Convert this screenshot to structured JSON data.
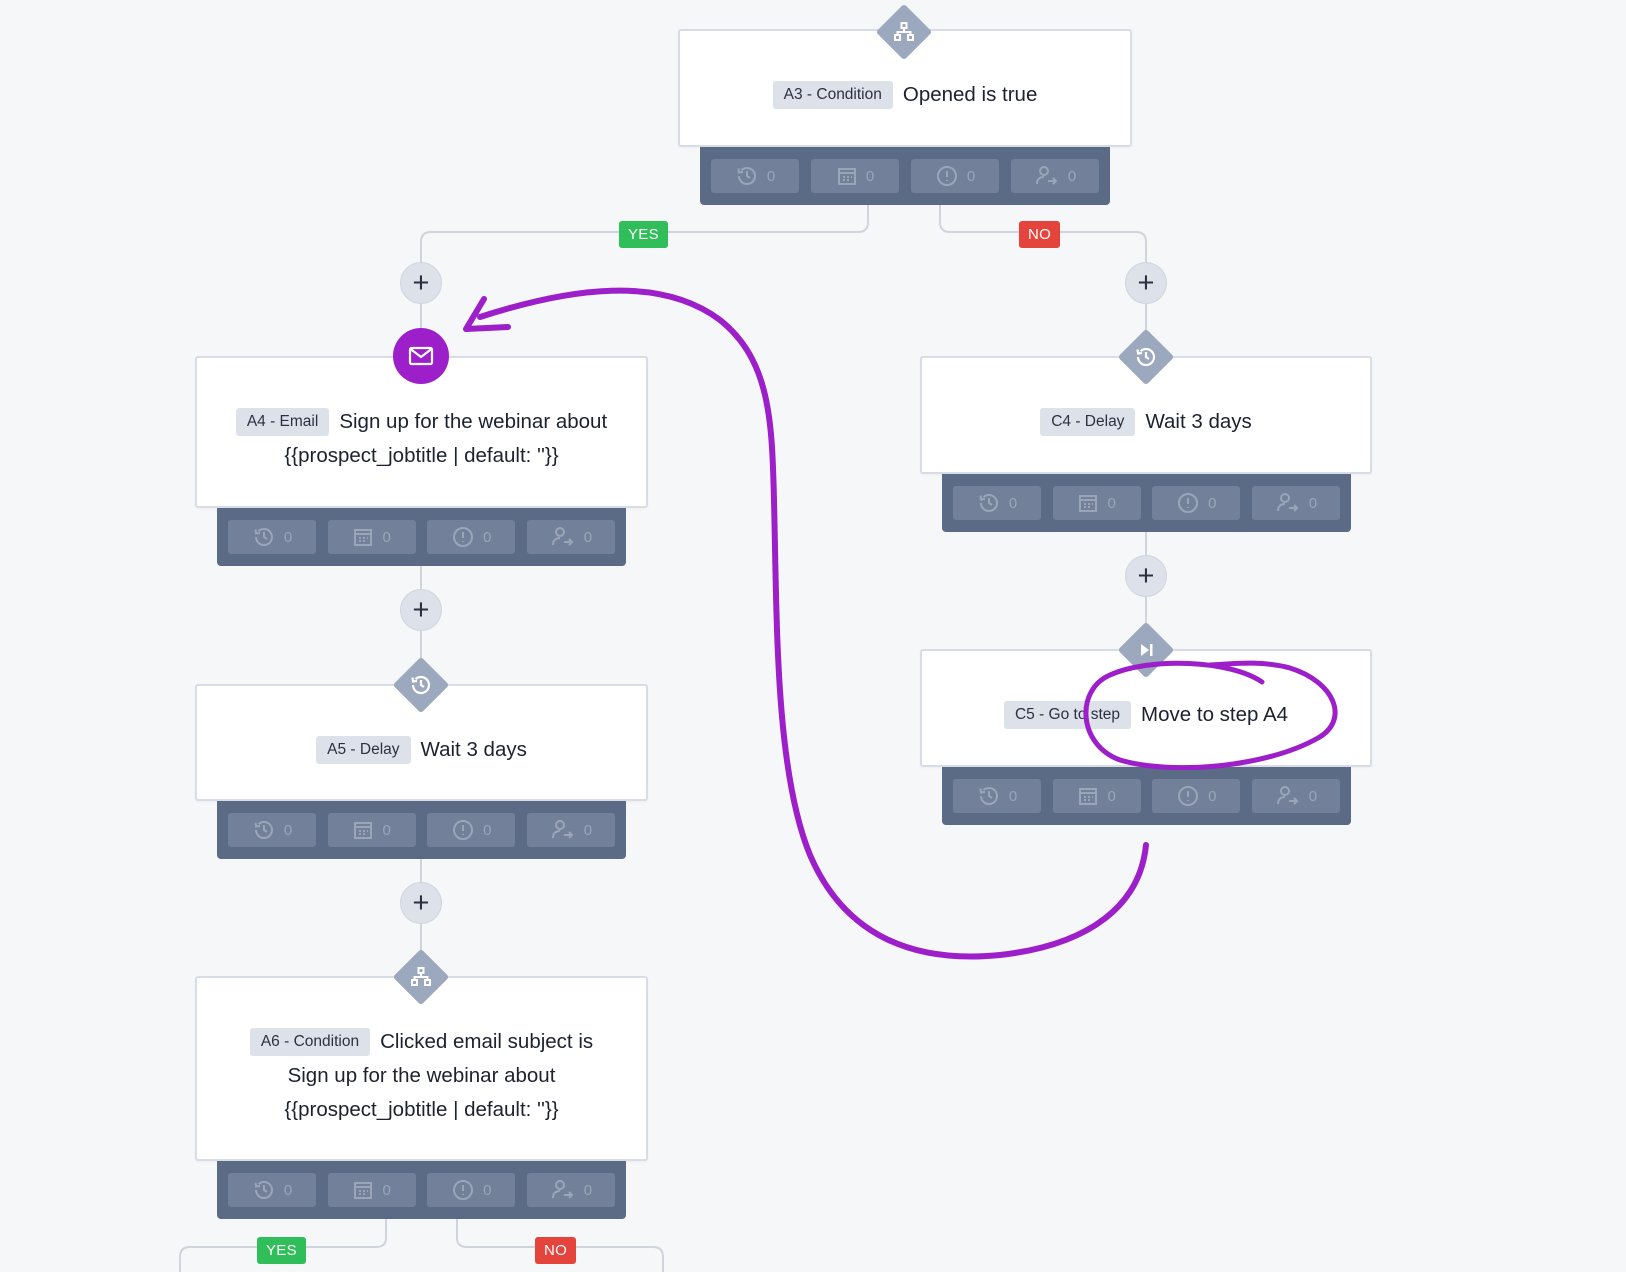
{
  "colors": {
    "canvas_bg": "#f6f7f9",
    "card_border": "#d7dce6",
    "stats_bar": "#5b6a85",
    "stat_chip": "#72809a",
    "connector": "#cfd4dd",
    "yes": "#2fbe5a",
    "no": "#e4443c",
    "email_accent": "#9c1fc9",
    "annotation": "#9c1fc9"
  },
  "steps": {
    "a3": {
      "tag": "A3 - Condition",
      "text": "Opened is true",
      "icon": "condition-icon"
    },
    "a4": {
      "tag": "A4 - Email",
      "text": "Sign up for the webinar about {{prospect_jobtitle | default: ''}}",
      "icon": "email-icon"
    },
    "a5": {
      "tag": "A5 - Delay",
      "text": "Wait 3 days",
      "icon": "delay-icon"
    },
    "a6": {
      "tag": "A6 - Condition",
      "text": "Clicked email subject is Sign up for the webinar about {{prospect_jobtitle | default: ''}}",
      "icon": "condition-icon"
    },
    "c4": {
      "tag": "C4 - Delay",
      "text": "Wait 3 days",
      "icon": "delay-icon"
    },
    "c5": {
      "tag": "C5 - Go to step",
      "text": "Move to step A4",
      "icon": "goto-icon"
    }
  },
  "stats": {
    "icons": [
      "scheduled-icon",
      "calendar-icon",
      "error-icon",
      "transfer-user-icon"
    ],
    "a3": [
      "0",
      "0",
      "0",
      "0"
    ],
    "a4": [
      "0",
      "0",
      "0",
      "0"
    ],
    "a5": [
      "0",
      "0",
      "0",
      "0"
    ],
    "a6": [
      "0",
      "0",
      "0",
      "0"
    ],
    "c4": [
      "0",
      "0",
      "0",
      "0"
    ],
    "c5": [
      "0",
      "0",
      "0",
      "0"
    ]
  },
  "branches": {
    "a3_yes": "YES",
    "a3_no": "NO",
    "a6_yes": "YES",
    "a6_no": "NO"
  },
  "add_step_label": "+"
}
